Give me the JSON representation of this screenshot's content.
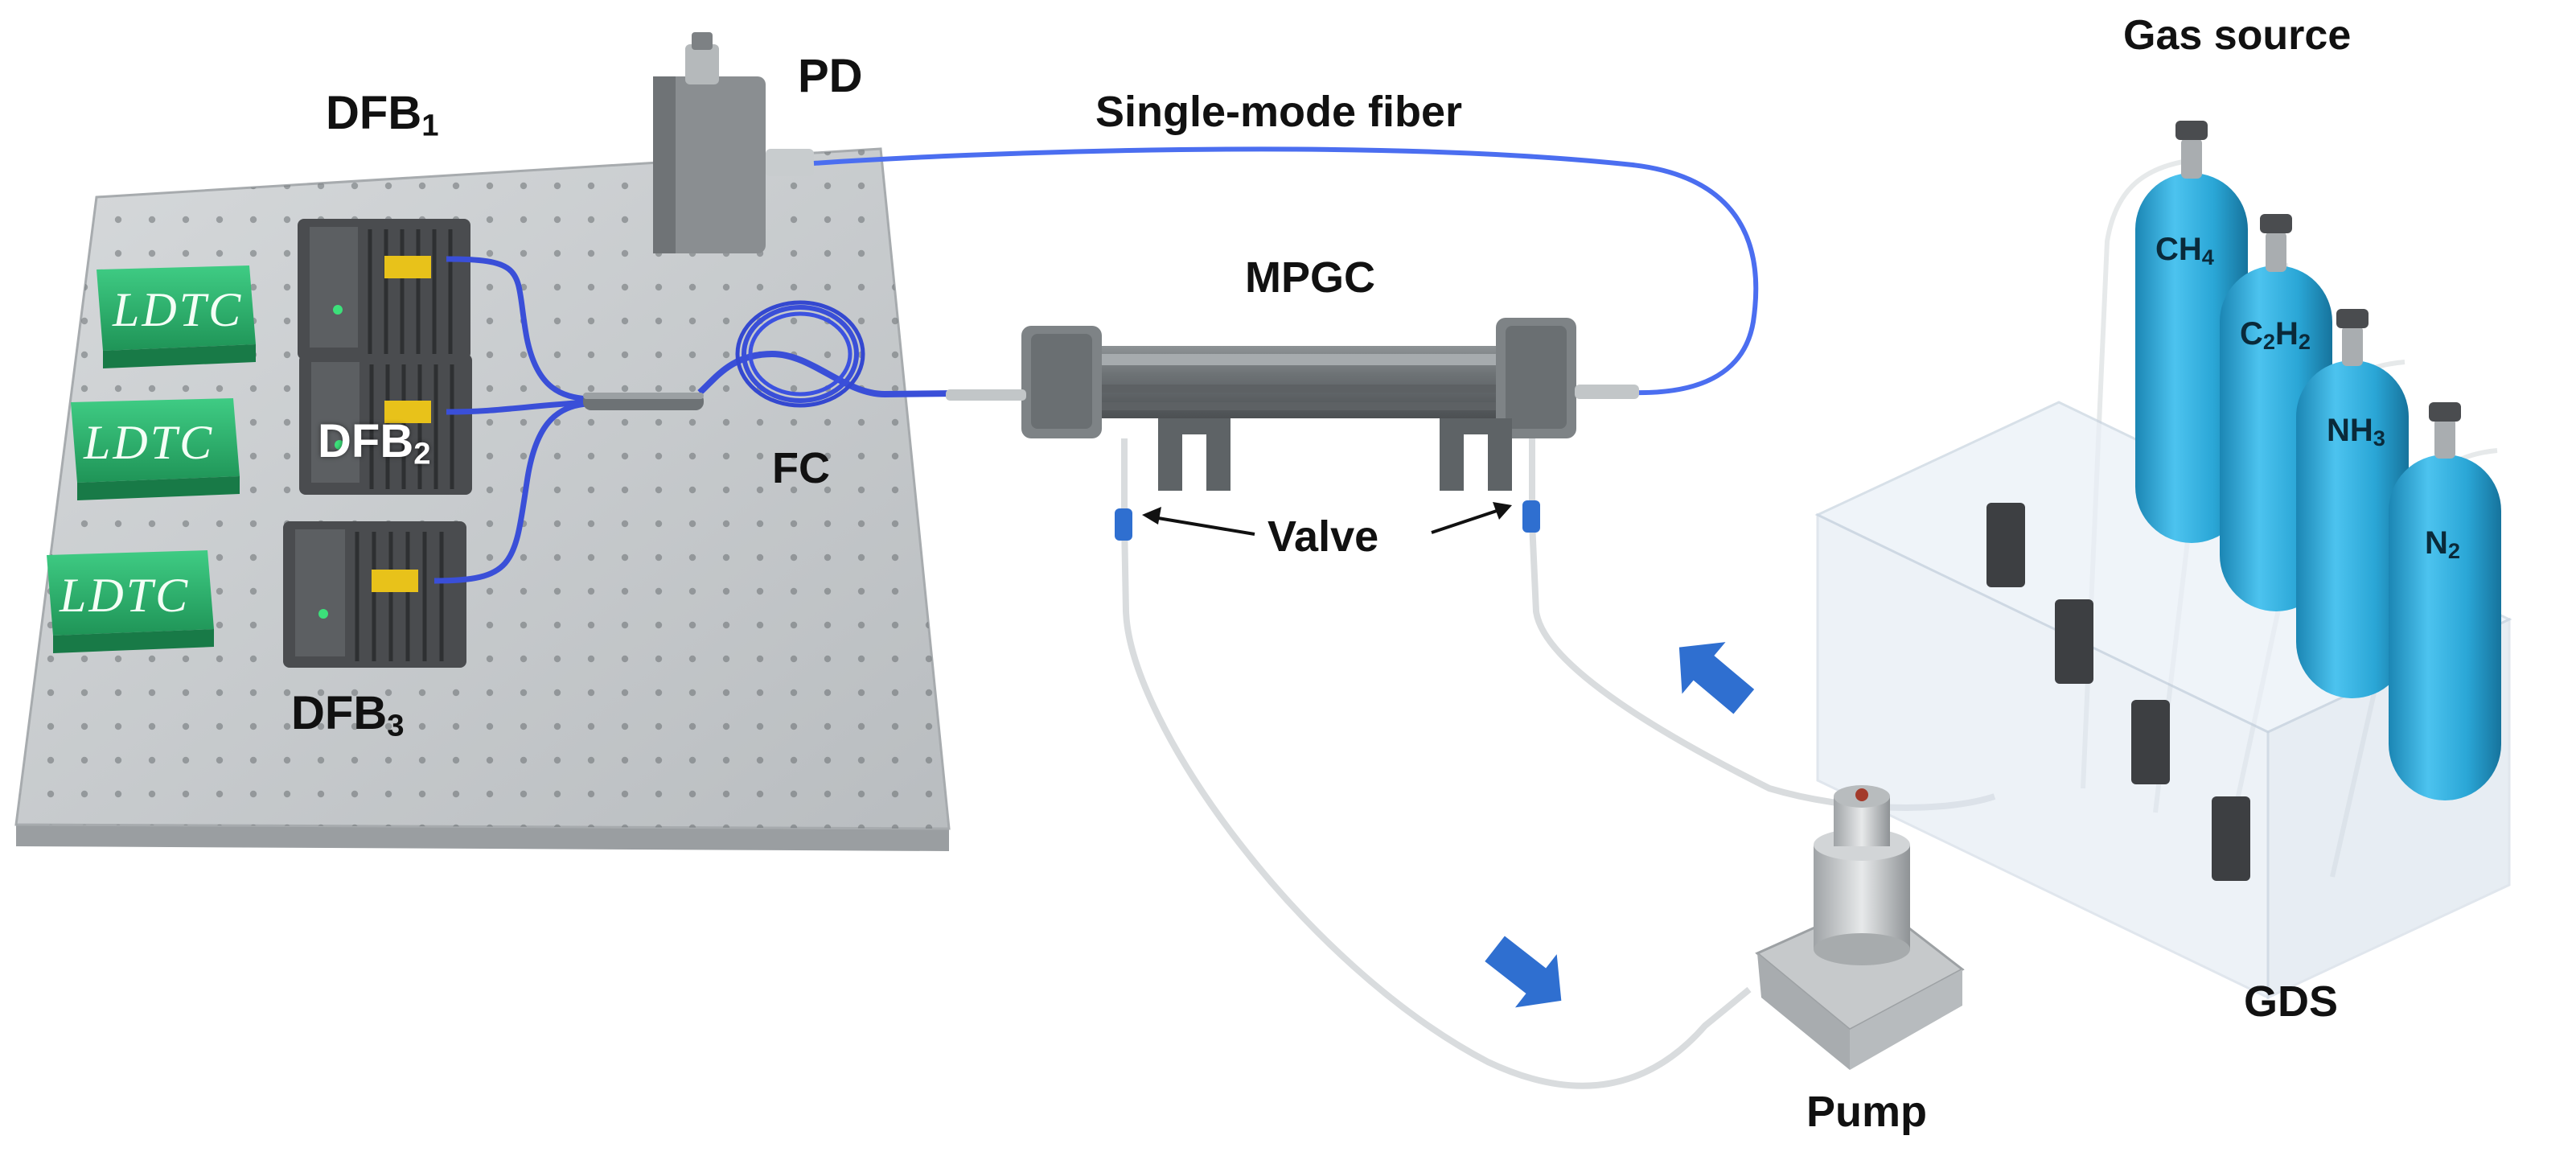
{
  "labels": {
    "dfb1": {
      "main": "DFB",
      "sub": "1"
    },
    "dfb2": {
      "main": "DFB",
      "sub": "2"
    },
    "dfb3": {
      "main": "DFB",
      "sub": "3"
    },
    "pd": "PD",
    "single_mode_fiber": "Single-mode fiber",
    "mpgc": "MPGC",
    "fc": "FC",
    "valve": "Valve",
    "gas_source": "Gas source",
    "gds": "GDS",
    "pump": "Pump",
    "ldtc": [
      "LDTC",
      "LDTC",
      "LDTC"
    ]
  },
  "gases": [
    {
      "main": "CH",
      "sub": "4"
    },
    {
      "main": "C",
      "sub": "2",
      "main2": "H",
      "sub2": "2"
    },
    {
      "main": "NH",
      "sub": "3"
    },
    {
      "main": "N",
      "sub": "2"
    }
  ],
  "colors": {
    "fiber": "#3a4fd8",
    "cylinder": "#2aa6d6",
    "ldtc": "#2db46e",
    "arrow": "#2f6fd0",
    "board": "#c9cdcf",
    "module": "#4a4c4f",
    "cell": "#6d7275"
  }
}
